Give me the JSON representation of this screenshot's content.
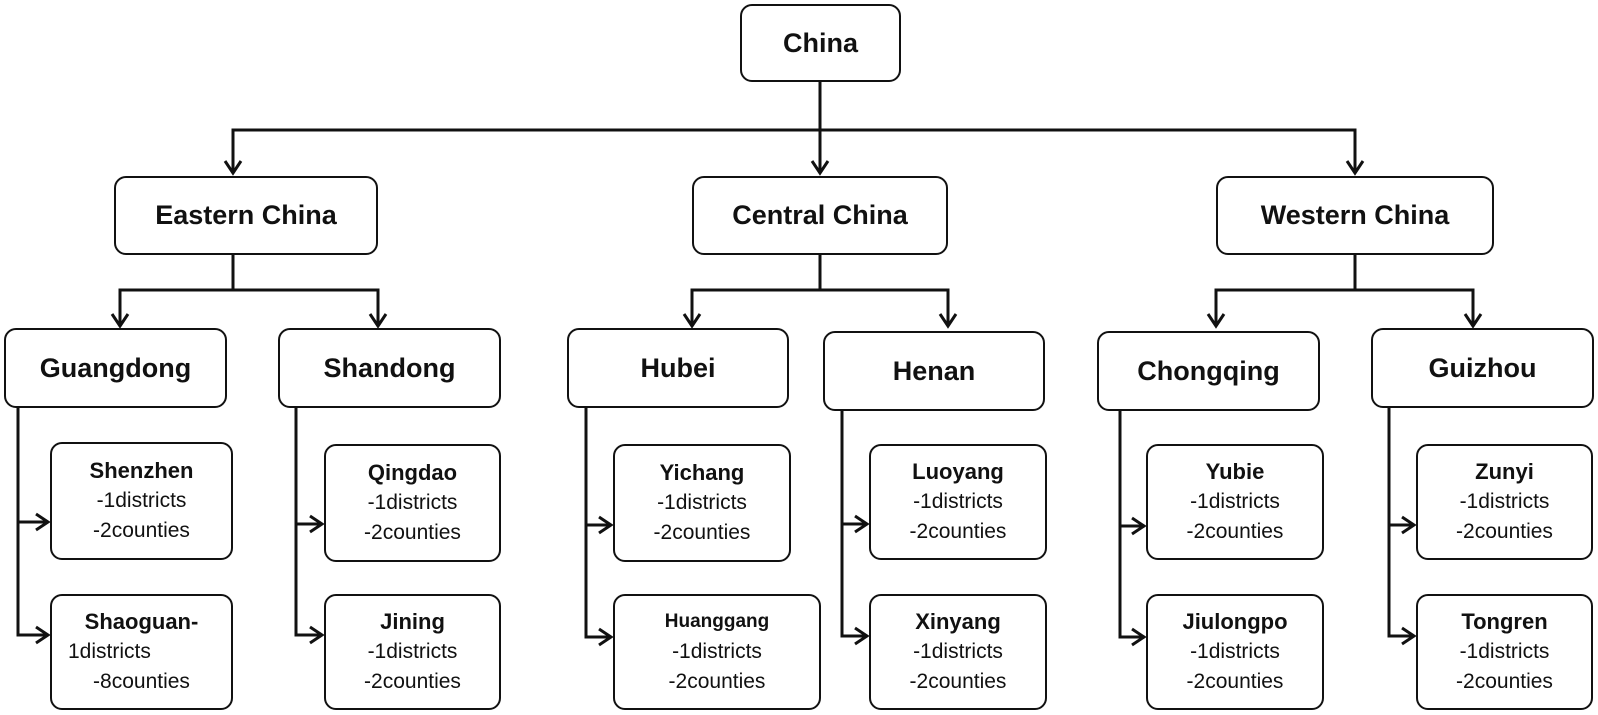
{
  "root": {
    "label": "China"
  },
  "regions": [
    {
      "label": "Eastern China",
      "provinces": [
        {
          "label": "Guangdong",
          "cities": [
            {
              "name": "Shenzhen",
              "lines": [
                "-1districts",
                "-2counties"
              ]
            },
            {
              "name": "Shaoguan-",
              "lines": [
                "1districts",
                "-8counties"
              ]
            }
          ]
        },
        {
          "label": "Shandong",
          "cities": [
            {
              "name": "Qingdao",
              "lines": [
                "-1districts",
                "-2counties"
              ]
            },
            {
              "name": "Jining",
              "lines": [
                "-1districts",
                "-2counties"
              ]
            }
          ]
        }
      ]
    },
    {
      "label": "Central China",
      "provinces": [
        {
          "label": "Hubei",
          "cities": [
            {
              "name": "Yichang",
              "lines": [
                "-1districts",
                "-2counties"
              ]
            },
            {
              "name": "Huanggang",
              "lines": [
                "-1districts",
                "-2counties"
              ]
            }
          ]
        },
        {
          "label": "Henan",
          "cities": [
            {
              "name": "Luoyang",
              "lines": [
                "-1districts",
                "-2counties"
              ]
            },
            {
              "name": "Xinyang",
              "lines": [
                "-1districts",
                "-2counties"
              ]
            }
          ]
        }
      ]
    },
    {
      "label": "Western China",
      "provinces": [
        {
          "label": "Chongqing",
          "cities": [
            {
              "name": "Yubie",
              "lines": [
                "-1districts",
                "-2counties"
              ]
            },
            {
              "name": "Jiulongpo",
              "lines": [
                "-1districts",
                "-2counties"
              ]
            }
          ]
        },
        {
          "label": "Guizhou",
          "cities": [
            {
              "name": "Zunyi",
              "lines": [
                "-1districts",
                "-2counties"
              ]
            },
            {
              "name": "Tongren",
              "lines": [
                "-1districts",
                "-2counties"
              ]
            }
          ]
        }
      ]
    }
  ]
}
